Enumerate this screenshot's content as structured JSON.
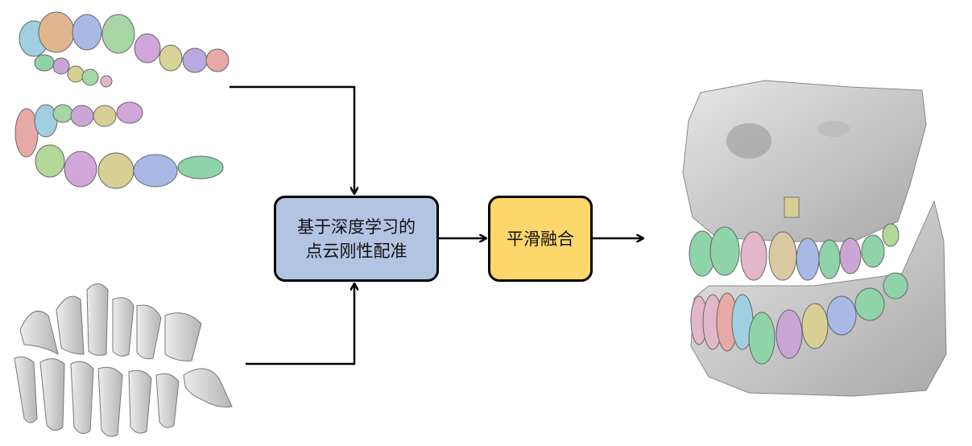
{
  "nodes": {
    "registration": {
      "line1": "基于深度学习的",
      "line2": "点云刚性配准",
      "fill": "#b3c4e3"
    },
    "fusion": {
      "label": "平滑融合",
      "fill": "#fdd66c"
    }
  },
  "images": {
    "input_top": "colored segmented dental arches (upper and lower)",
    "input_bottom": "gray 3D tooth roots model",
    "output": "fused jaw bone with colored teeth"
  },
  "tooth_colors": [
    "#8fd3a8",
    "#c9a6d6",
    "#e2b7c9",
    "#a9b9e6",
    "#d8cf94",
    "#9fcfe0",
    "#e7a9a6",
    "#b4d89a",
    "#d9c9a3"
  ],
  "bone_color": "#d2d2d2"
}
